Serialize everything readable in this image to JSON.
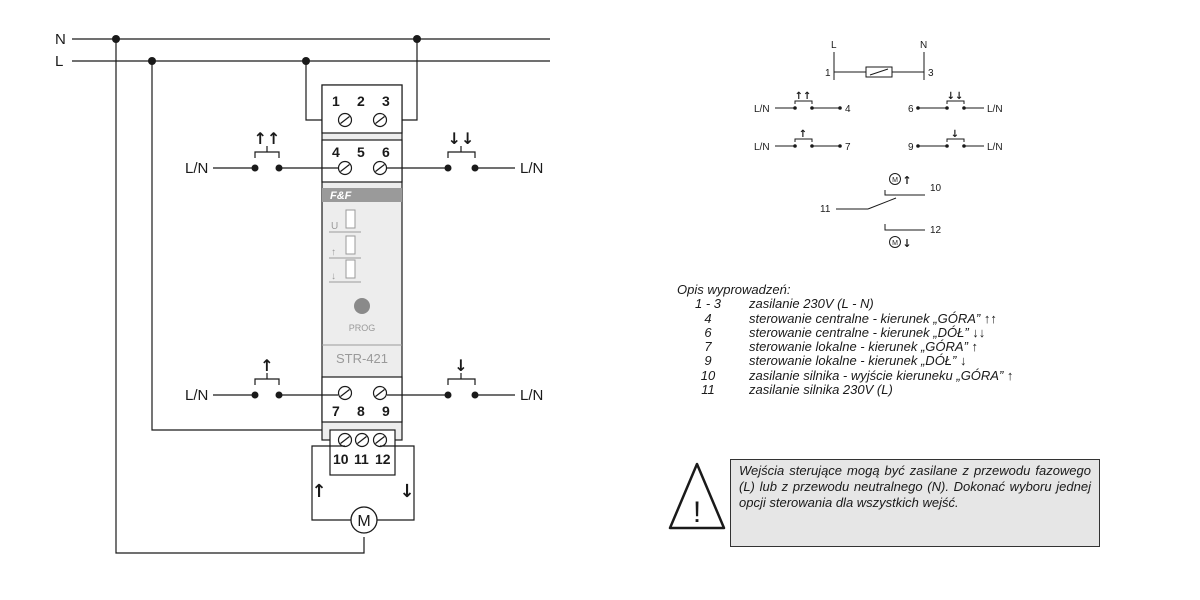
{
  "left_diagram": {
    "line_n": "N",
    "line_l": "L",
    "terminals_top": [
      "1",
      "2",
      "3"
    ],
    "terminals_mid": [
      "4",
      "5",
      "6"
    ],
    "terminals_bottom": [
      "7",
      "8",
      "9"
    ],
    "terminals_motor": [
      "10",
      "11",
      "12"
    ],
    "ln_label": "L/N",
    "brand": "F&F",
    "led_u": "U",
    "led_up": "↑",
    "led_down": "↓",
    "prog_label": "PROG",
    "model": "STR-421",
    "motor": "M",
    "arrow_up": "↑",
    "arrow_down": "↓",
    "arrow_up_double": "↑↑",
    "arrow_down_double": "↓↓"
  },
  "right_diagram": {
    "l": "L",
    "n": "N",
    "t1": "1",
    "t3": "3",
    "t4": "4",
    "t6": "6",
    "t7": "7",
    "t9": "9",
    "t10": "10",
    "t11": "11",
    "t12": "12",
    "ln_label": "L/N",
    "motor_symbol": "M"
  },
  "pinout": {
    "title": "Opis wyprowadzeń:",
    "rows": [
      {
        "code": "1 - 3",
        "text": "zasilanie 230V (L - N)"
      },
      {
        "code": "4",
        "text": "sterowanie centralne - kierunek „GÓRA” ↑↑"
      },
      {
        "code": "6",
        "text": "sterowanie centralne - kierunek „DÓŁ” ↓↓"
      },
      {
        "code": "7",
        "text": "sterowanie lokalne - kierunek „GÓRA” ↑"
      },
      {
        "code": "9",
        "text": "sterowanie lokalne - kierunek „DÓŁ” ↓"
      },
      {
        "code": "10",
        "text": "zasilanie silnika - wyjście kieruneku „GÓRA” ↑"
      },
      {
        "code": "11",
        "text": "zasilanie silnika 230V (L)"
      }
    ]
  },
  "warning": {
    "symbol": "!",
    "text": "Wejścia sterujące mogą być zasilane z przewodu fazowego (L) lub z przewodu neutralnego (N). Dokonać wyboru jednej opcji sterowania dla wszystkich wejść."
  }
}
